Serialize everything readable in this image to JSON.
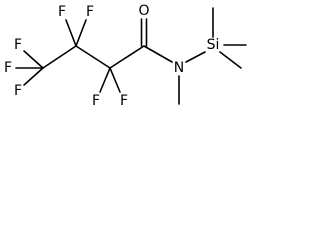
{
  "atoms": {
    "f1": "F",
    "f2": "F",
    "f3": "F",
    "f4": "F",
    "f5": "F",
    "f6": "F",
    "f7": "F",
    "oxygen": "O",
    "nitrogen": "N",
    "silicon": "Si"
  }
}
